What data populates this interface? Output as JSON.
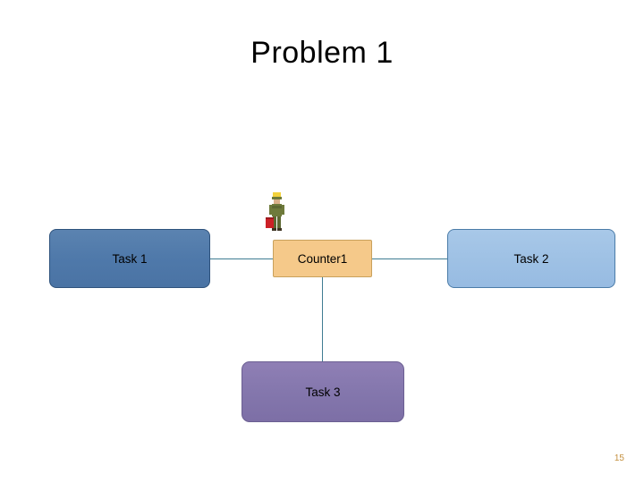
{
  "slide": {
    "title": "Problem 1",
    "page_number": "15"
  },
  "diagram": {
    "nodes": [
      {
        "id": "task1",
        "label": "Task 1",
        "color": "#4f79aa"
      },
      {
        "id": "counter1",
        "label": "Counter1",
        "color": "#f5c98a"
      },
      {
        "id": "task2",
        "label": "Task 2",
        "color": "#9dc0e4"
      },
      {
        "id": "task3",
        "label": "Task 3",
        "color": "#8376ac"
      }
    ],
    "edges": [
      {
        "from": "task1",
        "to": "counter1"
      },
      {
        "from": "counter1",
        "to": "task2"
      },
      {
        "from": "counter1",
        "to": "task3"
      }
    ],
    "line_color": "#3f7c92",
    "icons": [
      {
        "id": "person",
        "name": "person-icon"
      }
    ]
  }
}
